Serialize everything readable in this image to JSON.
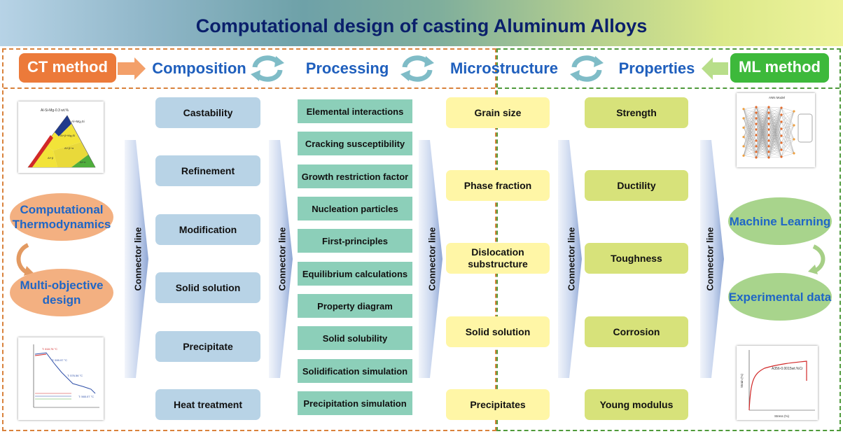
{
  "title": "Computational design of casting  Aluminum Alloys",
  "methods": {
    "ct": "CT method",
    "ml": "ML method"
  },
  "stages": [
    "Composition",
    "Processing",
    "Microstructure",
    "Properties"
  ],
  "composition": [
    "Castability",
    "Refinement",
    "Modification",
    "Solid solution",
    "Precipitate",
    "Heat treatment"
  ],
  "processing": [
    "Elemental interactions",
    "Cracking susceptibility",
    "Growth restriction factor",
    "Nucleation particles",
    "First-principles",
    "Equilibrium calculations",
    "Property diagram",
    "Solid solubility",
    "Solidification simulation",
    "Precipitation simulation"
  ],
  "microstructure": [
    "Grain size",
    "Phase fraction",
    "Dislocation substructure",
    "Solid solution",
    "Precipitates"
  ],
  "properties": [
    "Strength",
    "Ductility",
    "Toughness",
    "Corrosion",
    "Young modulus"
  ],
  "left_methods": [
    "Computational Thermodynamics",
    "Multi-objective design"
  ],
  "right_methods": [
    "Machine Learning",
    "Experimental data"
  ],
  "connector_label": "Connector line",
  "colors": {
    "ct": "#ec7a3a",
    "ml": "#3db93b",
    "stage_text": "#1f5fbd",
    "title_text": "#0a1f6b"
  },
  "thumbnails": {
    "phase_diagram": {
      "formula": "Al-Si-Mg-0.3 wt.%",
      "regions": [
        "Al+Mg₂Si",
        "Al+β+Mg₂Si",
        "Al+β+π",
        "Al+β",
        "Al+π"
      ]
    },
    "solidification": {
      "annotations": [
        "T: 618.76 °C",
        "T: 599.97 °C",
        "T: 576.56 °C",
        "T: 565.07 °C"
      ]
    },
    "neural_network": {
      "title": "ANN Model"
    },
    "stress_strain": {
      "legend": "A356-0.0015wt.%Cr",
      "xlabel": "Stress (%)",
      "ylabel": "Strain (%)"
    }
  }
}
